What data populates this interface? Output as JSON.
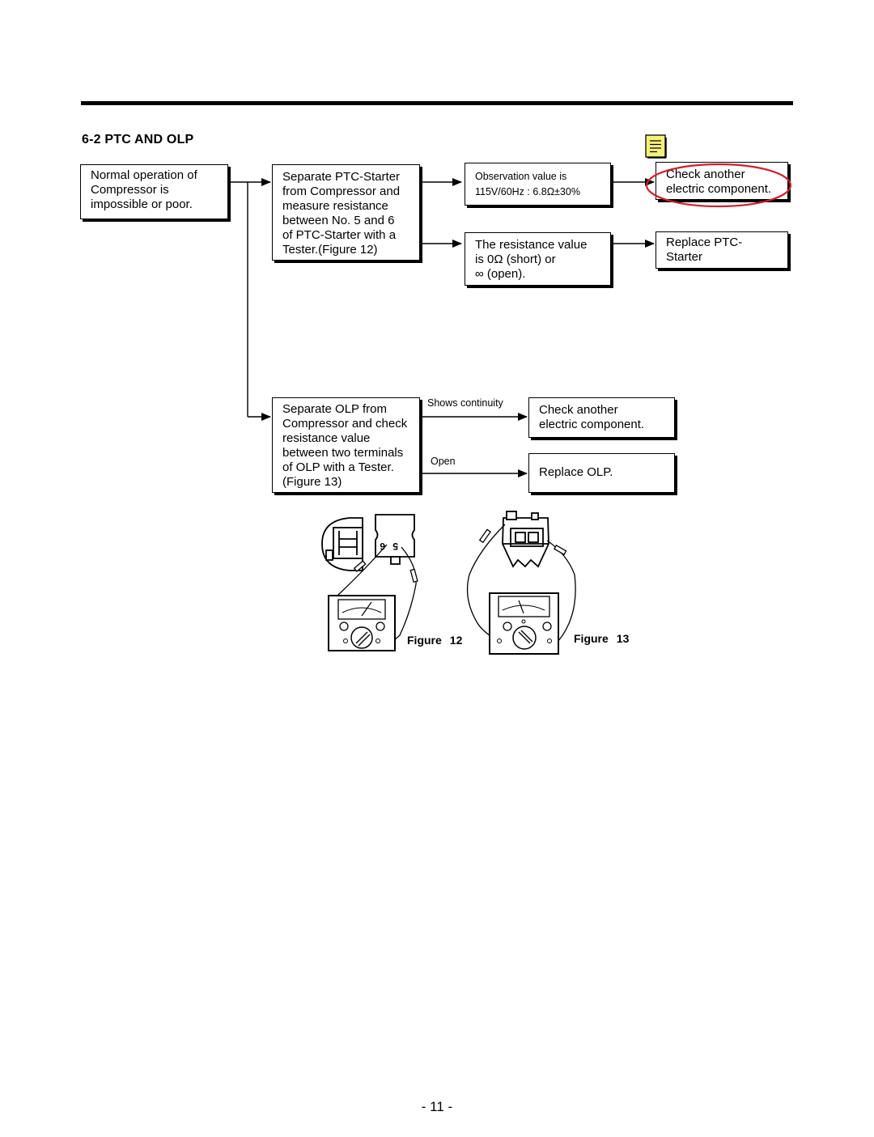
{
  "section_title": "6-2 PTC AND OLP",
  "boxes": {
    "start": [
      "Normal operation of",
      "Compressor is",
      "impossible or poor."
    ],
    "ptc_measure": [
      "Separate PTC-Starter",
      "from Compressor and",
      "measure resistance",
      "between No. 5 and 6",
      "of PTC-Starter with a",
      "Tester.(Figure 12)"
    ],
    "observation": [
      "Observation value is",
      "115V/60Hz : 6.8Ω±30%"
    ],
    "resistance": [
      "The resistance value",
      "is 0Ω (short) or",
      "∞ (open)."
    ],
    "check_other_1": [
      "Check another",
      "electric component."
    ],
    "replace_ptc": [
      "Replace PTC-",
      "Starter"
    ],
    "olp_measure": [
      "Separate OLP from",
      "Compressor and check",
      "resistance value",
      "between two terminals",
      "of OLP with a Tester.",
      "(Figure 13)"
    ],
    "check_other_2": [
      "Check another",
      "electric component."
    ],
    "replace_olp": [
      "Replace OLP."
    ]
  },
  "arrow_labels": {
    "continuity": "Shows continuity",
    "open": "Open"
  },
  "figures": {
    "fig12_word": "Figure",
    "fig12_num": "12",
    "fig13_word": "Figure",
    "fig13_num": "13",
    "terminal_a": "6",
    "terminal_b": "5"
  },
  "page_number": "- 11 -",
  "colors": {
    "note_icon": "#f5f07a",
    "highlight_circle": "#d0202a"
  }
}
